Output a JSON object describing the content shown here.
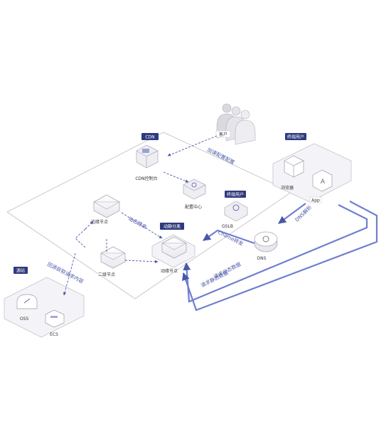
{
  "colors": {
    "accent": "#4a57a8",
    "tag_bg": "#2f3a7d",
    "line": "#6f7fd0",
    "frame": "#bfbfbf",
    "box": "#e6e6ec",
    "card": "#f7f7fa"
  },
  "tags": {
    "cdn": "CDN",
    "users": "终端用户",
    "dynamic_cat": "动静分离",
    "term_user": "终端用户",
    "origin": "源站"
  },
  "labels": {
    "customer": "客户",
    "cdn_console": "CDN控制台",
    "config_center": "配置中心",
    "gslb": "GSLB",
    "dns": "DNS",
    "edge_node": "边缘节点",
    "l2_node": "二级节点",
    "dyn_node": "动缘节点",
    "browser": "浏览器",
    "app": "App",
    "oss": "OSS",
    "ecs": "ECS"
  },
  "flows": {
    "accelerate_config": "加速配置配置",
    "dns_resolve": "DNS解析",
    "cname": "Cname转发",
    "dynamic_route": "动态路由",
    "request_dynamic": "请求动态数据",
    "request_static": "请求静态数据",
    "back_to_origin": "回源获取请求内容"
  },
  "icons": [
    "customer-icon",
    "console-icon",
    "config-icon",
    "gslb-icon",
    "dns-icon",
    "edge-node-icon",
    "l2-node-icon",
    "dyn-node-icon",
    "browser-icon",
    "app-icon",
    "oss-icon",
    "ecs-icon"
  ]
}
